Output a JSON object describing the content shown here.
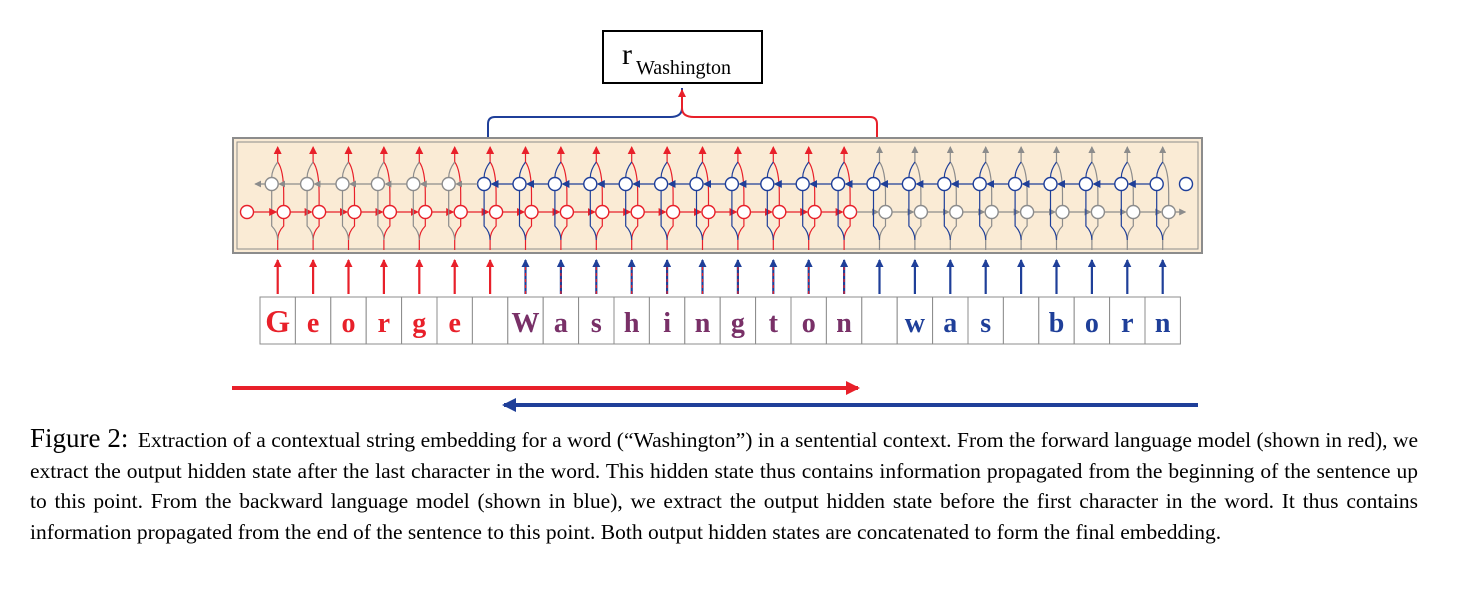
{
  "output_box": {
    "main": "r",
    "subscript": "Washington"
  },
  "characters": [
    "G",
    "e",
    "o",
    "r",
    "g",
    "e",
    "",
    "W",
    "a",
    "s",
    "h",
    "i",
    "n",
    "g",
    "t",
    "o",
    "n",
    "",
    "w",
    "a",
    "s",
    "",
    "b",
    "o",
    "r",
    "n"
  ],
  "colors": {
    "forward": "#e8202a",
    "backward": "#1f3f99",
    "inactive": "#8c8c8c",
    "lm_panel": "#faebd5",
    "lm_panel_border": "#8c8c8c"
  },
  "caption": {
    "label": "Figure 2:",
    "text": "Extraction of a contextual string embedding for a word (“Washington”) in a sentential context. From the forward language model (shown in red), we extract the output hidden state after the last character in the word. This hidden state thus contains information propagated from the beginning of the sentence up to this point. From the backward language model (shown in blue), we extract the output hidden state before the first character in the word. It thus contains information propagated from the end of the sentence to this point. Both output hidden states are concatenated to form the final embedding."
  }
}
